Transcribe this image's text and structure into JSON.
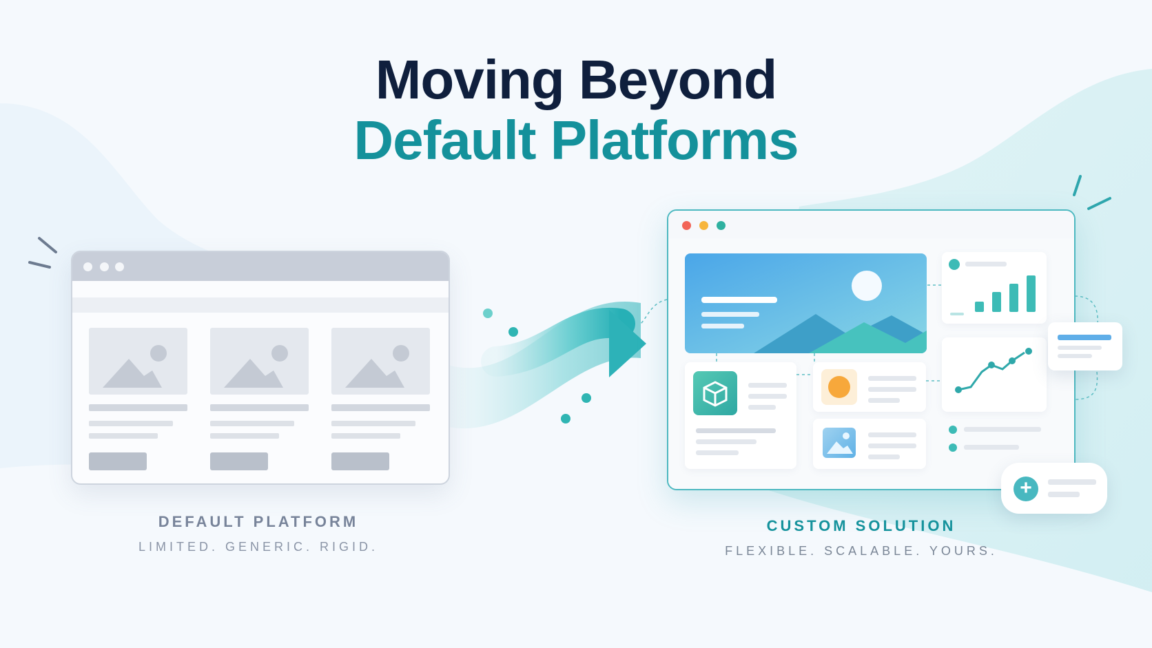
{
  "headline": {
    "line1": "Moving Beyond",
    "line2": "Default Platforms"
  },
  "default_platform": {
    "label": "DEFAULT PLATFORM",
    "tagline": "LIMITED. GENERIC. RIGID."
  },
  "custom_solution": {
    "label": "CUSTOM SOLUTION",
    "tagline": "FLEXIBLE. SCALABLE. YOURS."
  },
  "colors": {
    "navy": "#0f1f3d",
    "teal": "#14919b",
    "gray_window": "#c8ced9",
    "dot_red": "#f26457",
    "dot_yellow": "#f7b53b",
    "dot_green": "#2fb1a0"
  },
  "icons": [
    "image-placeholder-icon",
    "arrow-right-icon",
    "cube-icon",
    "sun-icon",
    "line-chart-icon",
    "bar-chart-icon",
    "plus-icon"
  ]
}
